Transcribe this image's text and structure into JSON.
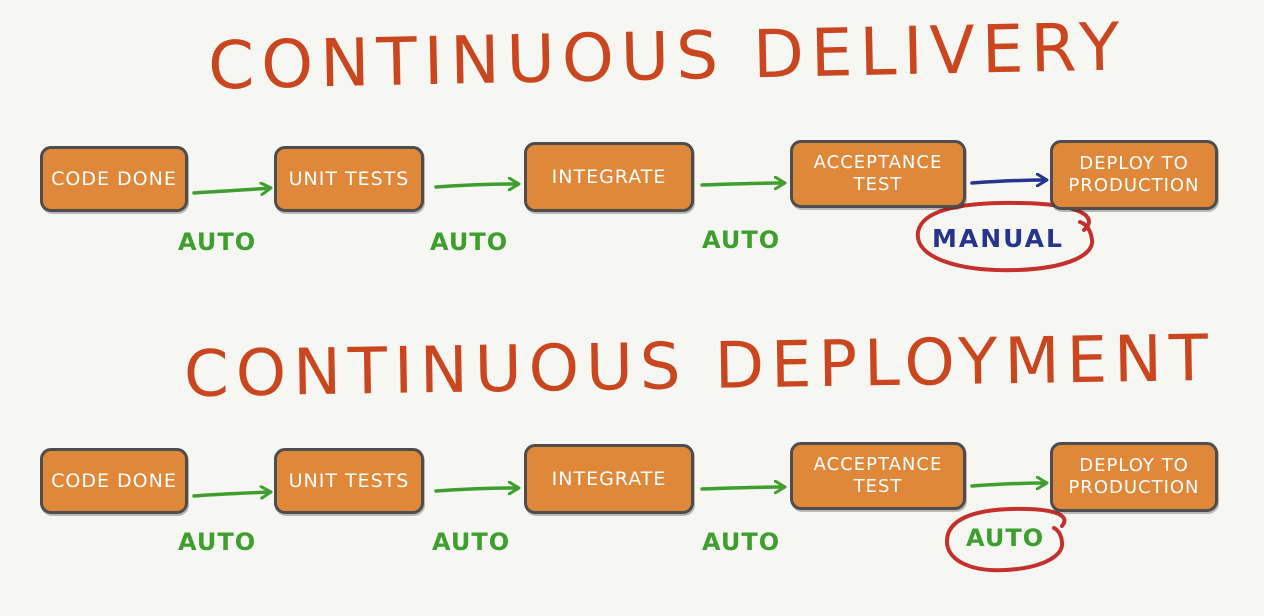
{
  "diagrams": [
    {
      "title": "CONTINUOUS DELIVERY",
      "steps": [
        "CODE DONE",
        "UNIT TESTS",
        "INTEGRATE",
        "ACCEPTANCE TEST",
        "DEPLOY TO PRODUCTION"
      ],
      "transitions": [
        "AUTO",
        "AUTO",
        "AUTO",
        "MANUAL"
      ]
    },
    {
      "title": "CONTINUOUS DEPLOYMENT",
      "steps": [
        "CODE DONE",
        "UNIT TESTS",
        "INTEGRATE",
        "ACCEPTANCE TEST",
        "DEPLOY TO PRODUCTION"
      ],
      "transitions": [
        "AUTO",
        "AUTO",
        "AUTO",
        "AUTO"
      ]
    }
  ],
  "colors": {
    "title": "#c9461f",
    "box": "#e0883a",
    "auto": "#3f9f2e",
    "manual": "#27348b",
    "highlight_circle": "#c4302b"
  }
}
